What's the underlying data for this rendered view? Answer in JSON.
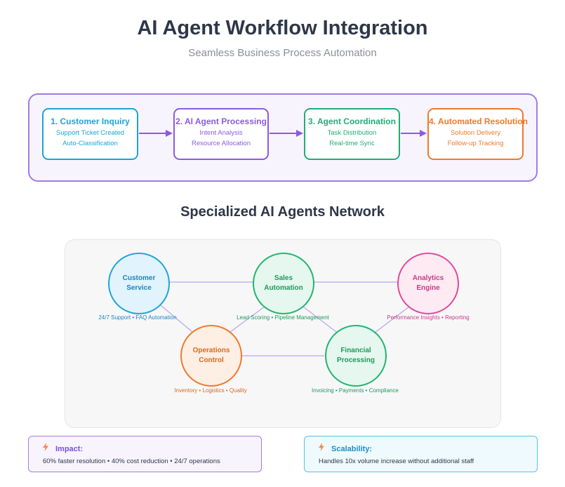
{
  "header": {
    "title": "AI Agent Workflow Integration",
    "subtitle": "Seamless Business Process Automation"
  },
  "workflow": {
    "steps": [
      {
        "title": "1. Customer Inquiry",
        "line1": "Support Ticket Created",
        "line2": "Auto-Classification",
        "color": "#1aa6d6"
      },
      {
        "title": "2. AI Agent Processing",
        "line1": "Intent Analysis",
        "line2": "Resource Allocation",
        "color": "#8a5be0"
      },
      {
        "title": "3. Agent Coordination",
        "line1": "Task Distribution",
        "line2": "Real-time Sync",
        "color": "#1fae73"
      },
      {
        "title": "4. Automated Resolution",
        "line1": "Solution Delivery",
        "line2": "Follow-up Tracking",
        "color": "#ef7a2a"
      }
    ]
  },
  "network": {
    "title": "Specialized AI Agents Network",
    "agents": [
      {
        "line1": "Customer",
        "line2": "Service",
        "caption": "24/7 Support • FAQ Automation",
        "color": "#1ea5dc"
      },
      {
        "line1": "Sales",
        "line2": "Automation",
        "caption": "Lead Scoring • Pipeline Management",
        "color": "#21b66e"
      },
      {
        "line1": "Analytics",
        "line2": "Engine",
        "caption": "Performance Insights • Reporting",
        "color": "#e2489c"
      },
      {
        "line1": "Operations",
        "line2": "Control",
        "caption": "Inventory • Logistics • Quality",
        "color": "#ef7a2a"
      },
      {
        "line1": "Financial",
        "line2": "Processing",
        "caption": "Invoicing • Payments • Compliance",
        "color": "#21b66e"
      }
    ]
  },
  "impact": {
    "title": "Impact:",
    "text": "60% faster resolution • 40% cost reduction • 24/7 operations"
  },
  "scalability": {
    "title": "Scalability:",
    "text": "Handles 10x volume increase without additional staff"
  },
  "icons": {
    "impact_icon": "lightning-icon",
    "scalability_icon": "lightning-icon"
  }
}
